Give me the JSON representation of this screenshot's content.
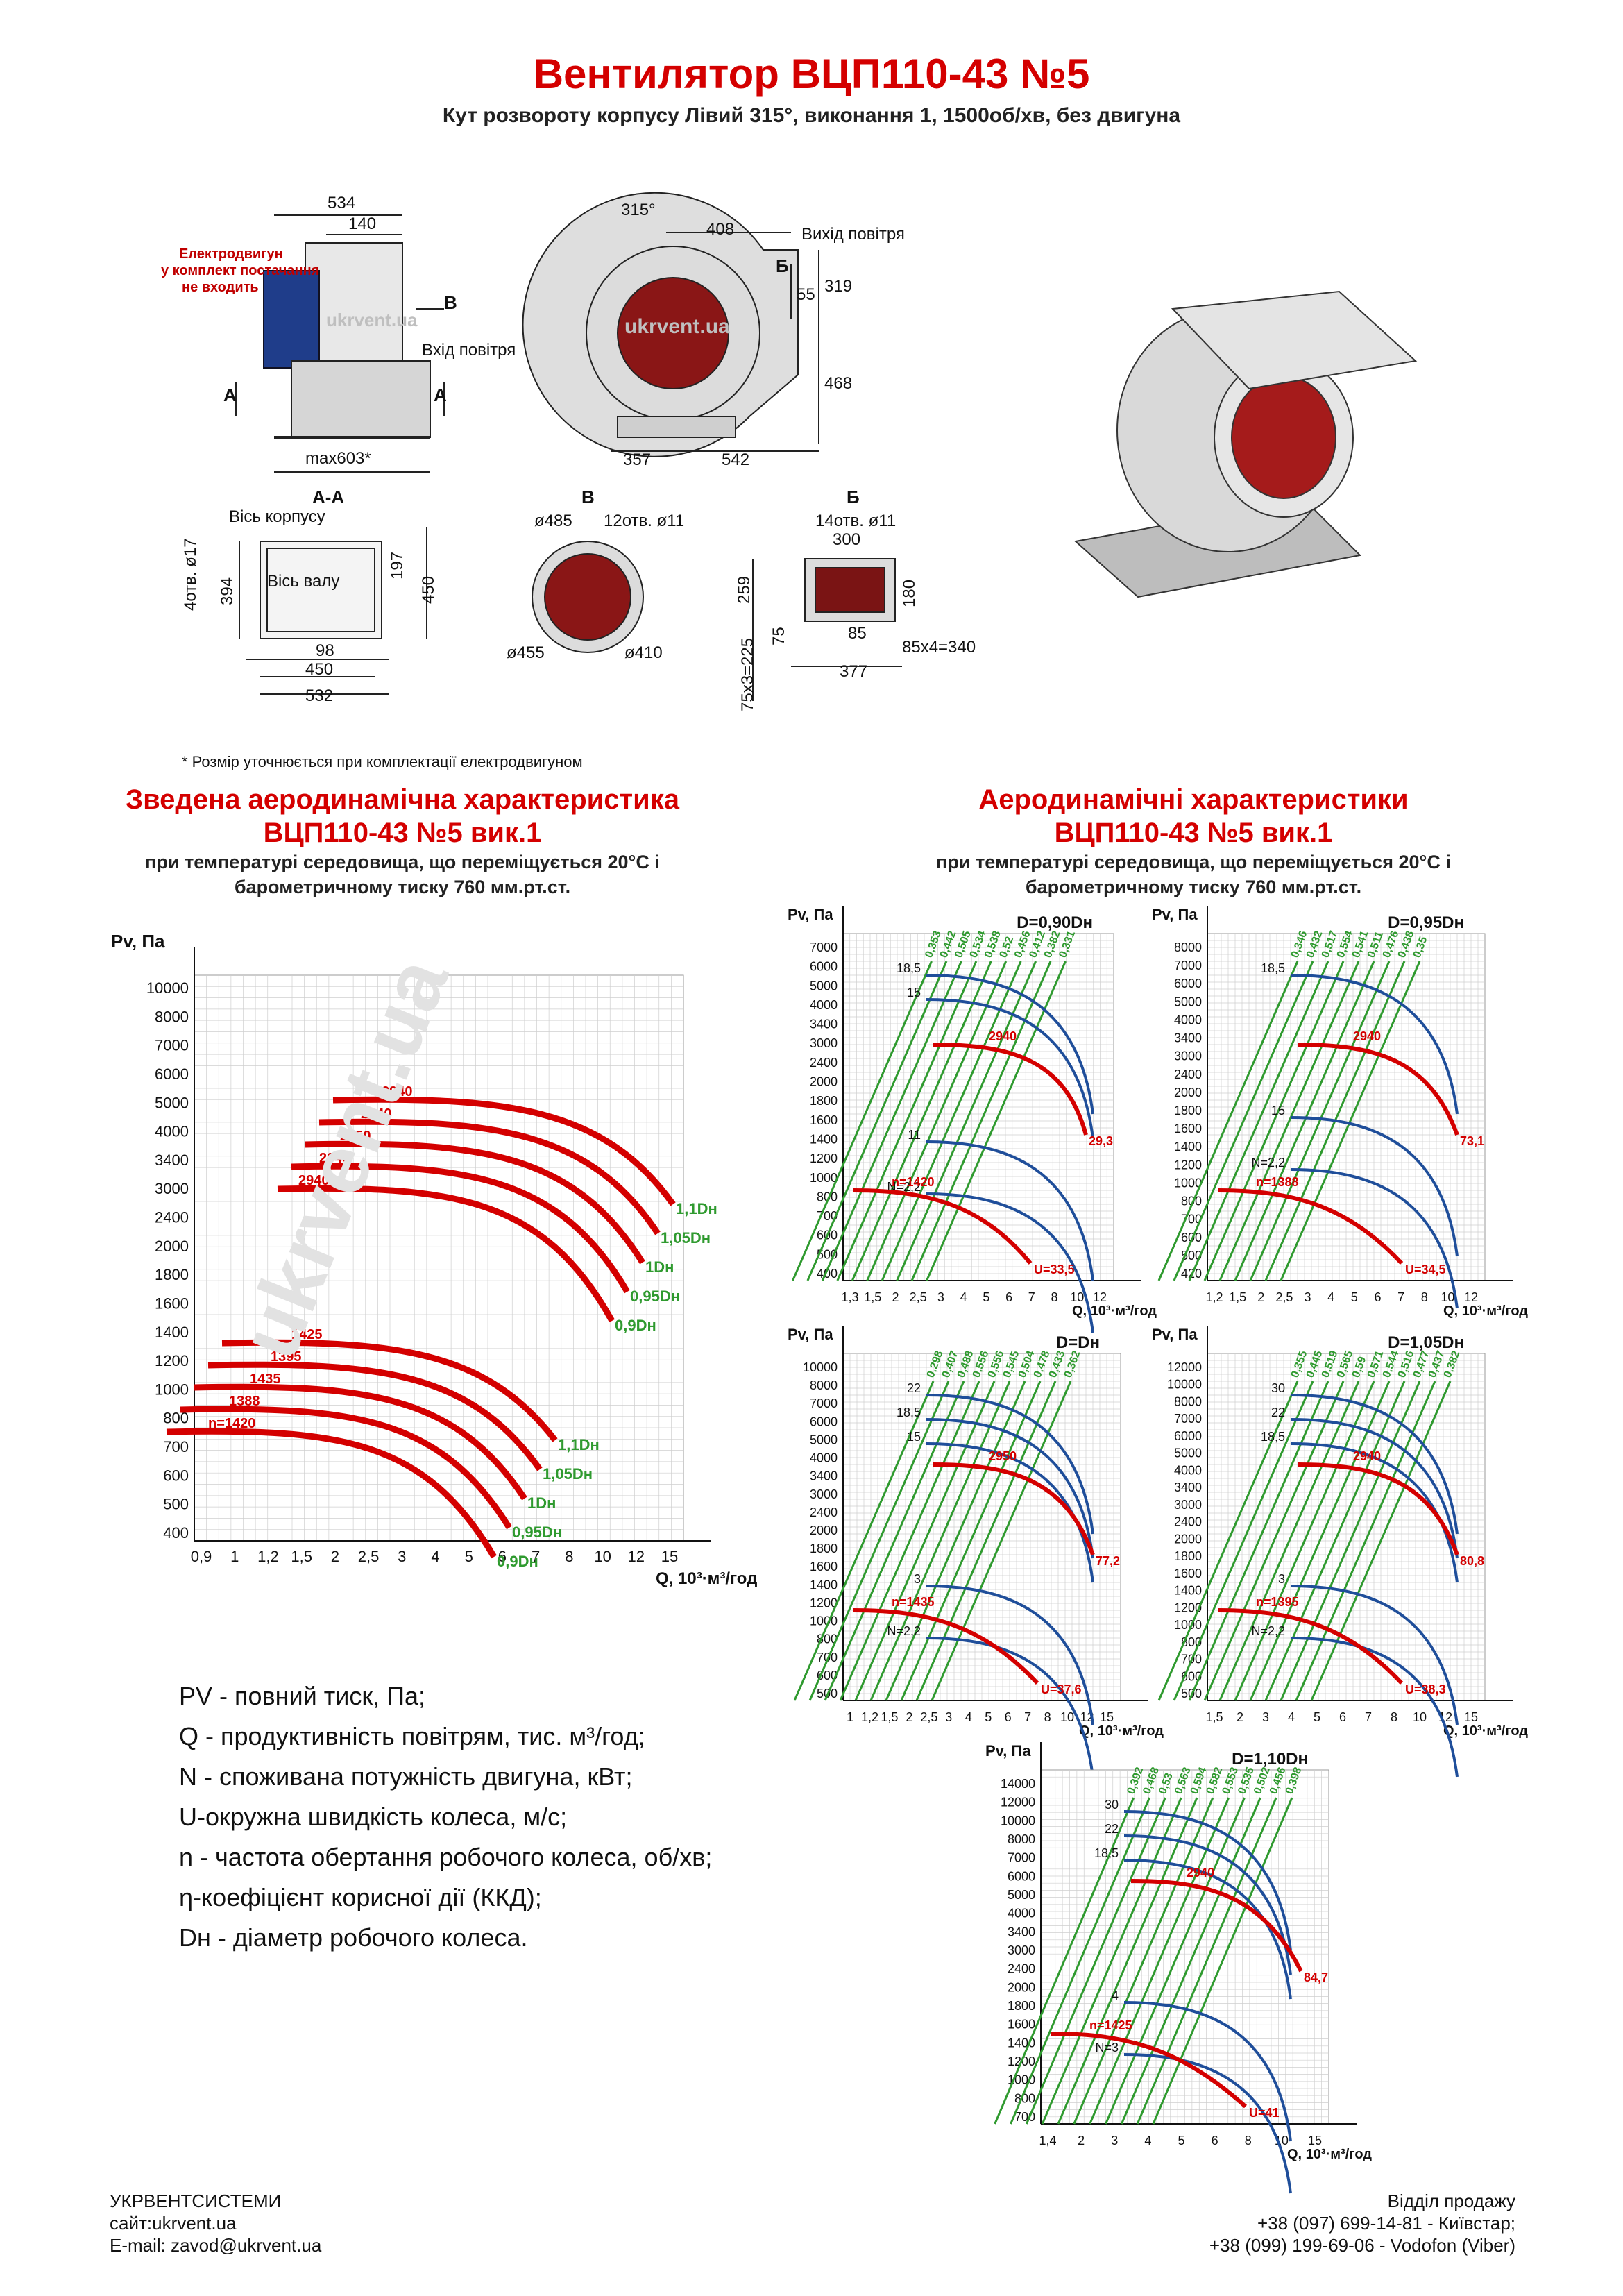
{
  "header": {
    "title": "Вентилятор ВЦП110-43 №5",
    "subtitle": "Кут розвороту корпусу Лівий 315°, виконання 1, 1500об/хв, без двигуна"
  },
  "drawing": {
    "side_view": {
      "d534": "534",
      "d140": "140",
      "dmax603": "max603*",
      "label_B": "В",
      "label_A1": "А",
      "label_A2": "А",
      "inlet": "Вхід повітря",
      "motor_note": [
        "Електродвигун",
        "у комплект постачання",
        "не входить"
      ]
    },
    "front_view": {
      "angle": "315°",
      "d408": "408",
      "outlet": "Вихід повітря",
      "label_B": "Б",
      "d55": "55",
      "d319": "319",
      "d468": "468",
      "d357": "357",
      "d542": "542"
    },
    "section_AA": {
      "title": "А-А",
      "axis_body": "Вісь корпусу",
      "axis_shaft": "Вісь валу",
      "holes": "4отв. ø17",
      "d394": "394",
      "d197": "197",
      "d450v": "450",
      "d98": "98",
      "d450": "450",
      "d532": "532"
    },
    "view_B": {
      "title": "В",
      "d485": "ø485",
      "holes": "12отв. ø11",
      "d455": "ø455",
      "d410": "ø410"
    },
    "view_Bb": {
      "title": "Б",
      "holes": "14отв. ø11",
      "d300": "300",
      "d259": "259",
      "d180": "180",
      "d75": "75",
      "d85": "85",
      "d75x3": "75x3=225",
      "d85x4": "85x4=340",
      "d377": "377"
    },
    "watermark": "ukrvent.ua"
  },
  "footnote": "* Розмір уточнюється при комплектації електродвигуном",
  "summary": {
    "title1": "Зведена аеродинамічна характеристика",
    "title2": "ВЦП110-43 №5 вик.1",
    "cond1": "при температурі середовища, що переміщується 20°С і",
    "cond2": "барометричному тиску 760 мм.рт.ст."
  },
  "charts_header": {
    "title1": "Аеродинамічні характеристики",
    "title2": "ВЦП110-43 №5 вик.1",
    "cond1": "при температурі середовища, що переміщується 20°С і",
    "cond2": "барометричному тиску 760 мм.рт.ст."
  },
  "chart_data": [
    {
      "type": "line",
      "title": "Зведена аеродинамічна характеристика",
      "ylabel": "Pv, Па",
      "xlabel": "Q, 10³·м³/год",
      "y_ticks": [
        "10000",
        "8000",
        "7000",
        "6000",
        "5000",
        "4000",
        "3400",
        "3000",
        "2400",
        "2000",
        "1800",
        "1600",
        "1400",
        "1200",
        "1000",
        "800",
        "700",
        "600",
        "500",
        "400"
      ],
      "x_ticks": [
        "0,9",
        "1",
        "1,2",
        "1,5",
        "2",
        "2,5",
        "3",
        "4",
        "5",
        "6",
        "7",
        "8",
        "10",
        "12",
        "15"
      ],
      "series": [
        {
          "name": "1,1Dн",
          "rpm": "2940"
        },
        {
          "name": "1,05Dн",
          "rpm": "2940"
        },
        {
          "name": "1Dн",
          "rpm": "2950"
        },
        {
          "name": "0,95Dн",
          "rpm": "2940"
        },
        {
          "name": "0,9Dн",
          "rpm": "2940"
        },
        {
          "name": "1,1Dн",
          "rpm": "1425"
        },
        {
          "name": "1,05Dн",
          "rpm": "1395"
        },
        {
          "name": "1Dн",
          "rpm": "1435"
        },
        {
          "name": "0,95Dн",
          "rpm": "1388"
        },
        {
          "name": "0,9Dн",
          "rpm": "n=1420"
        }
      ]
    },
    {
      "type": "line",
      "title": "D=0,90Dн",
      "ylabel": "Pv, Па",
      "xlabel": "Q, 10³·м³/год",
      "y_ticks": [
        "7000",
        "6000",
        "5000",
        "4000",
        "3400",
        "3000",
        "2400",
        "2000",
        "1800",
        "1600",
        "1400",
        "1200",
        "1000",
        "800",
        "700",
        "600",
        "500",
        "400"
      ],
      "x_ticks": [
        "1,3",
        "1,5",
        "2",
        "2,5",
        "3",
        "4",
        "5",
        "6",
        "7",
        "8",
        "10",
        "12"
      ],
      "efficiency": [
        "0,353",
        "0,442",
        "0,505",
        "0,534",
        "0,538",
        "0,52",
        "0,456",
        "0,412",
        "0,382",
        "0,331"
      ],
      "power": [
        "18,5",
        "15",
        "11",
        "N=2,2"
      ],
      "rpm_hi": "2940",
      "rpm_lo": "n=1420",
      "u_hi": "29,3",
      "u_lo": "U=33,5"
    },
    {
      "type": "line",
      "title": "D=0,95Dн",
      "ylabel": "Pv, Па",
      "xlabel": "Q, 10³·м³/год",
      "y_ticks": [
        "8000",
        "7000",
        "6000",
        "5000",
        "4000",
        "3400",
        "3000",
        "2400",
        "2000",
        "1800",
        "1600",
        "1400",
        "1200",
        "1000",
        "800",
        "700",
        "600",
        "500",
        "420"
      ],
      "x_ticks": [
        "1,2",
        "1,5",
        "2",
        "2,5",
        "3",
        "4",
        "5",
        "6",
        "7",
        "8",
        "10",
        "12"
      ],
      "efficiency": [
        "0,346",
        "0,432",
        "0,517",
        "0,554",
        "0,541",
        "0,511",
        "0,476",
        "0,438",
        "0,35"
      ],
      "power": [
        "18,5",
        "15",
        "N=2,2"
      ],
      "rpm_hi": "2940",
      "rpm_lo": "n=1388",
      "u_hi": "73,1",
      "u_lo": "U=34,5"
    },
    {
      "type": "line",
      "title": "D=Dн",
      "ylabel": "Pv, Па",
      "xlabel": "Q, 10³·м³/год",
      "y_ticks": [
        "10000",
        "8000",
        "7000",
        "6000",
        "5000",
        "4000",
        "3400",
        "3000",
        "2400",
        "2000",
        "1800",
        "1600",
        "1400",
        "1200",
        "1000",
        "800",
        "700",
        "600",
        "500"
      ],
      "x_ticks": [
        "1",
        "1,2",
        "1,5",
        "2",
        "2,5",
        "3",
        "4",
        "5",
        "6",
        "7",
        "8",
        "10",
        "12",
        "15"
      ],
      "efficiency": [
        "0,298",
        "0,407",
        "0,488",
        "0,556",
        "0,556",
        "0,545",
        "0,504",
        "0,478",
        "0,433",
        "0,362"
      ],
      "power": [
        "22",
        "18,5",
        "15",
        "3",
        "N=2,2"
      ],
      "rpm_hi": "2950",
      "rpm_lo": "n=1435",
      "u_hi": "77,2",
      "u_lo": "U=37,6"
    },
    {
      "type": "line",
      "title": "D=1,05Dн",
      "ylabel": "Pv, Па",
      "xlabel": "Q, 10³·м³/год",
      "y_ticks": [
        "12000",
        "10000",
        "8000",
        "7000",
        "6000",
        "5000",
        "4000",
        "3400",
        "3000",
        "2400",
        "2000",
        "1800",
        "1600",
        "1400",
        "1200",
        "1000",
        "800",
        "700",
        "600",
        "500"
      ],
      "x_ticks": [
        "1,5",
        "2",
        "3",
        "4",
        "5",
        "6",
        "7",
        "8",
        "10",
        "12",
        "15"
      ],
      "efficiency": [
        "0,355",
        "0,445",
        "0,519",
        "0,565",
        "0,59",
        "0,571",
        "0,544",
        "0,516",
        "0,477",
        "0,437",
        "0,382"
      ],
      "power": [
        "30",
        "22",
        "18,5",
        "3",
        "N=2,2"
      ],
      "rpm_hi": "2940",
      "rpm_lo": "n=1395",
      "u_hi": "80,8",
      "u_lo": "U=38,3"
    },
    {
      "type": "line",
      "title": "D=1,10Dн",
      "ylabel": "Pv, Па",
      "xlabel": "Q, 10³·м³/год",
      "y_ticks": [
        "14000",
        "12000",
        "10000",
        "8000",
        "7000",
        "6000",
        "5000",
        "4000",
        "3400",
        "3000",
        "2400",
        "2000",
        "1800",
        "1600",
        "1400",
        "1200",
        "1000",
        "800",
        "700"
      ],
      "x_ticks": [
        "1,4",
        "2",
        "3",
        "4",
        "5",
        "6",
        "8",
        "10",
        "15"
      ],
      "efficiency": [
        "0,392",
        "0,468",
        "0,53",
        "0,563",
        "0,594",
        "0,582",
        "0,553",
        "0,535",
        "0,502",
        "0,456",
        "0,398"
      ],
      "power": [
        "30",
        "22",
        "18,5",
        "4",
        "N=3"
      ],
      "rpm_hi": "2940",
      "rpm_lo": "n=1425",
      "u_hi": "84,7",
      "u_lo": "U=41"
    }
  ],
  "legend": [
    {
      "key": "PV",
      "text": " - повний тиск, Па;"
    },
    {
      "key": "Q",
      "text": " - продуктивність повітрям, тис. м³/год;"
    },
    {
      "key": "N",
      "text": " - споживана потужність двигуна, кВт;"
    },
    {
      "key": "U",
      "text": "-окружна швидкість колеса, м/с;"
    },
    {
      "key": "n",
      "text": " - частота обертання робочого колеса, об/хв;"
    },
    {
      "key": "η",
      "text": "-коефіцієнт корисної дії (ККД);"
    },
    {
      "key": "Dн",
      "text": " - діаметр робочого колеса."
    }
  ],
  "footer": {
    "company": "УКРВЕНТСИСТЕМИ",
    "site": "сайт:ukrvent.ua",
    "email": "E-mail: zavod@ukrvent.ua",
    "sales": "Відділ продажу",
    "phone1": "+38 (097) 699-14-81 - Київстар;",
    "phone2": "+38 (099) 199-69-06 - Vodofon (Viber)"
  },
  "colors": {
    "red": "#d40000",
    "blue": "#1f4e9a",
    "green": "#2f9a2f",
    "grid": "#cfcfcf"
  }
}
